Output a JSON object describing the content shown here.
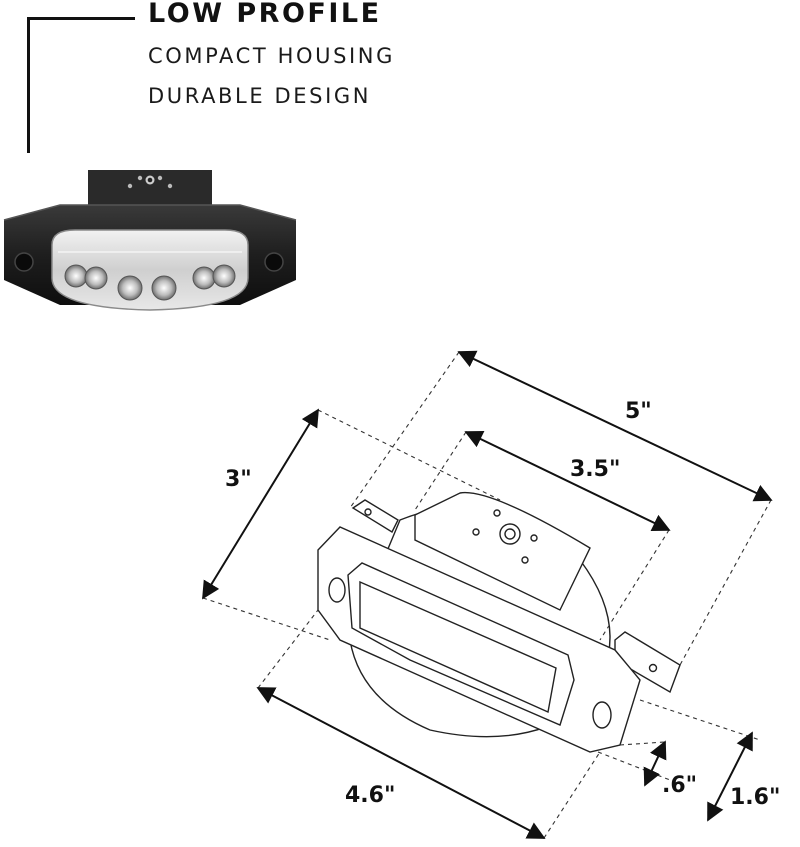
{
  "headline": "LOW PROFILE",
  "features": [
    "COMPACT HOUSING",
    "DURABLE DESIGN"
  ],
  "dimensions": {
    "overall_length": "5\"",
    "mount_spacing": "3.5\"",
    "width": "3\"",
    "lens_length": "4.6\"",
    "lens_depth": ".6\"",
    "overall_height": "1.6\""
  },
  "colors": {
    "text": "#111111",
    "housing": "#1c1c1c",
    "lens": "#d9d9d9"
  }
}
